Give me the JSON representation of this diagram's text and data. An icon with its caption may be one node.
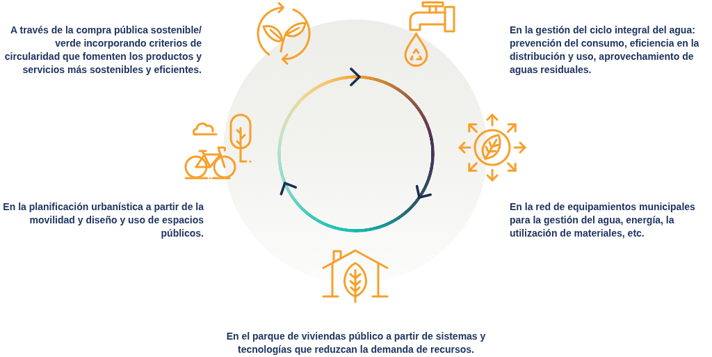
{
  "diagram": {
    "labels": [
      "A través de la compra pública sostenible/ verde incorporando criterios de circularidad que fomenten los productos y servicios más sostenibles y eficientes.",
      "En la gestión del ciclo integral del agua: prevención del consumo, eficiencia en la distribución y uso, aprovechamiento de aguas residuales.",
      "En la planificación urbanística a partir de la movilidad y diseño y uso de espacios públicos.",
      "En la red de equipamientos municipales para la gestión del agua, energía, la utilización de materiales, etc.",
      "En el parque de viviendas público a partir de sistemas y tecnologías que reduzcan la demanda de recursos."
    ]
  }
}
